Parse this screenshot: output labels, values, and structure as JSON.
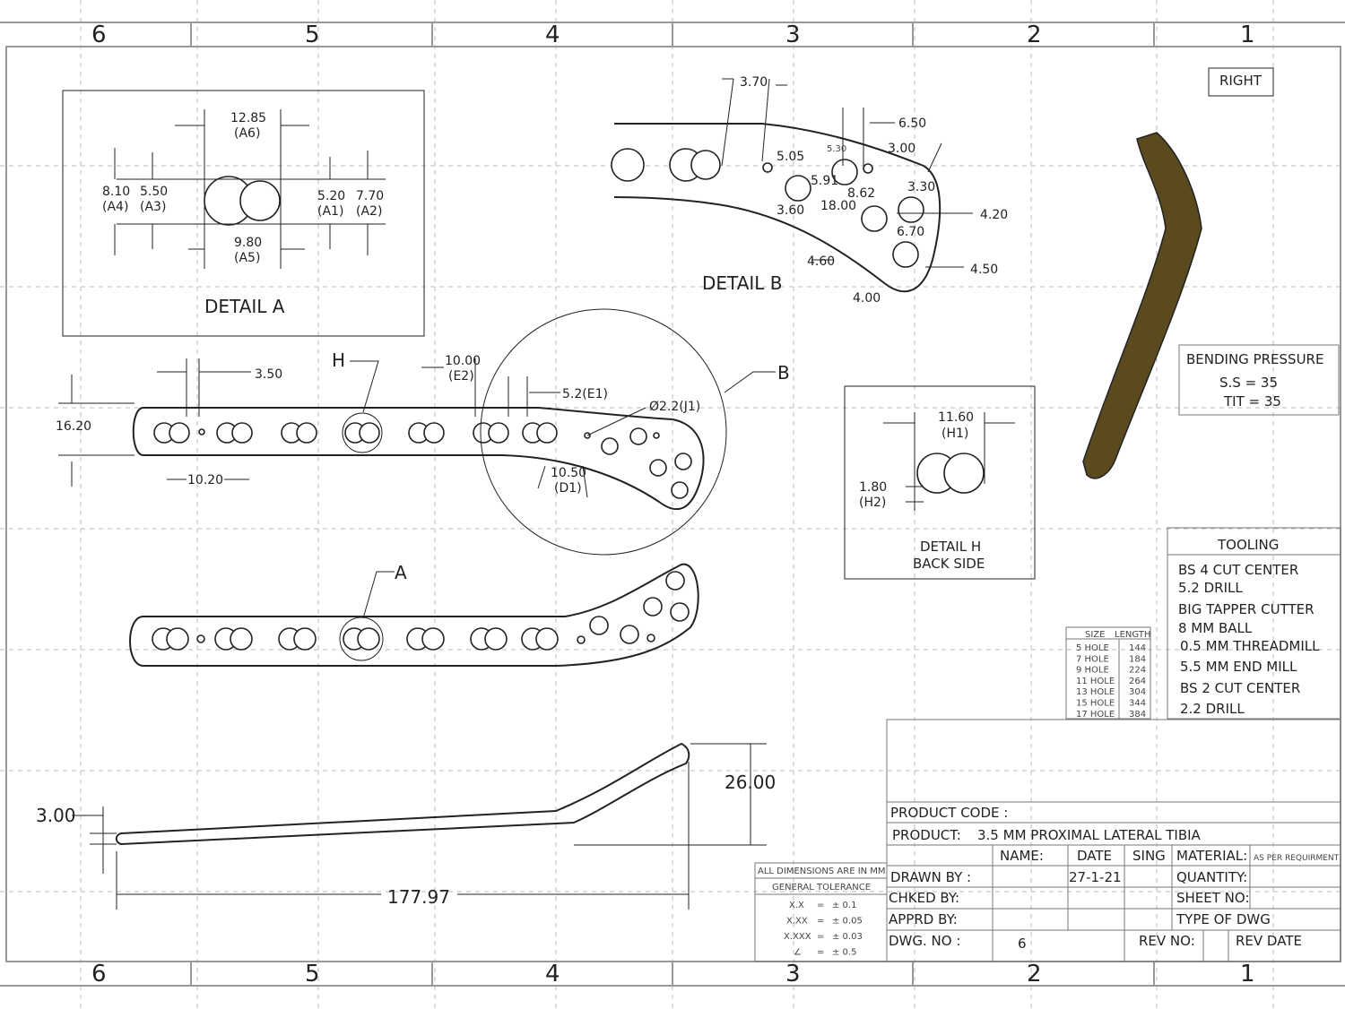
{
  "zones": {
    "top": [
      "6",
      "5",
      "4",
      "3",
      "2",
      "1"
    ],
    "bottom": [
      "6",
      "5",
      "4",
      "3",
      "2",
      "1"
    ]
  },
  "view_label": "RIGHT",
  "detail_a": {
    "title": "DETAIL A",
    "dims": [
      "12.85",
      "(A6)",
      "8.10",
      "(A4)",
      "5.50",
      "(A3)",
      "5.20",
      "(A1)",
      "7.70",
      "(A2)",
      "9.80",
      "(A5)"
    ]
  },
  "detail_b": {
    "title": "DETAIL B",
    "dims": [
      "3.70",
      "6.50",
      "5.30",
      "3.00",
      "5.05",
      "5.91",
      "8.62",
      "18.00",
      "3.30",
      "3.60",
      "6.70",
      "4.20",
      "4.60",
      "4.50",
      "4.00"
    ]
  },
  "detail_h": {
    "title_line1": "DETAIL H",
    "title_line2": "BACK SIDE",
    "dims": [
      "11.60",
      "(H1)",
      "1.80",
      "(H2)"
    ]
  },
  "top_view": {
    "callouts": [
      "H",
      "B",
      "A"
    ],
    "dims": [
      "3.50",
      "10.00",
      "(E2)",
      "5.2(E1)",
      "Ø2.2(J1)",
      "16.20",
      "10.20",
      "10.50",
      "(D1)"
    ]
  },
  "side_view": {
    "dims": [
      "26.00",
      "3.00",
      "177.97"
    ]
  },
  "bending": {
    "title": "BENDING PRESSURE",
    "ss": "S.S = 35",
    "tit": "TIT = 35"
  },
  "tooling": {
    "title": "TOOLING",
    "items": [
      "BS 4 CUT CENTER",
      "5.2 DRILL",
      "BIG TAPPER CUTTER",
      "8 MM BALL",
      "0.5 MM THREADMILL",
      "5.5 MM END MILL",
      "BS 2 CUT CENTER",
      "2.2 DRILL"
    ]
  },
  "size_table": {
    "headers": [
      "SIZE",
      "LENGTH"
    ],
    "rows": [
      [
        "5 HOLE",
        "144"
      ],
      [
        "7 HOLE",
        "184"
      ],
      [
        "9 HOLE",
        "224"
      ],
      [
        "11 HOLE",
        "264"
      ],
      [
        "13 HOLE",
        "304"
      ],
      [
        "15 HOLE",
        "344"
      ],
      [
        "17 HOLE",
        "384"
      ]
    ]
  },
  "tolerance": {
    "note": "ALL DIMENSIONS ARE IN MM",
    "title": "GENERAL TOLERANCE",
    "rows": [
      [
        "X.X",
        "=",
        "± 0.1"
      ],
      [
        "X.XX",
        "=",
        "± 0.05"
      ],
      [
        "X.XXX",
        "=",
        "± 0.03"
      ],
      [
        "∠",
        "=",
        "± 0.5"
      ]
    ]
  },
  "title_block": {
    "product_code_label": "PRODUCT CODE :",
    "product_label": "PRODUCT:",
    "product": "3.5 MM PROXIMAL LATERAL TIBIA",
    "name": "NAME:",
    "date": "DATE",
    "sing": "SING",
    "material_label": "MATERIAL:",
    "material": "AS PER REQUIRMENT",
    "drawn_by": "DRAWN BY :",
    "drawn_date": "27-1-21",
    "quantity": "QUANTITY:",
    "checked_by": "CHKED BY:",
    "sheet_no": "SHEET NO:",
    "approved_by": "APPRD BY:",
    "type_of_dwg": "TYPE OF DWG",
    "dwg_no_label": "DWG. NO :",
    "dwg_no": "6",
    "rev_no": "REV NO:",
    "rev_date": "REV DATE"
  },
  "colors": {
    "line": "#222222",
    "frame": "#999999",
    "plate": "#5a4a1e",
    "grid": "#bbbbbb"
  }
}
